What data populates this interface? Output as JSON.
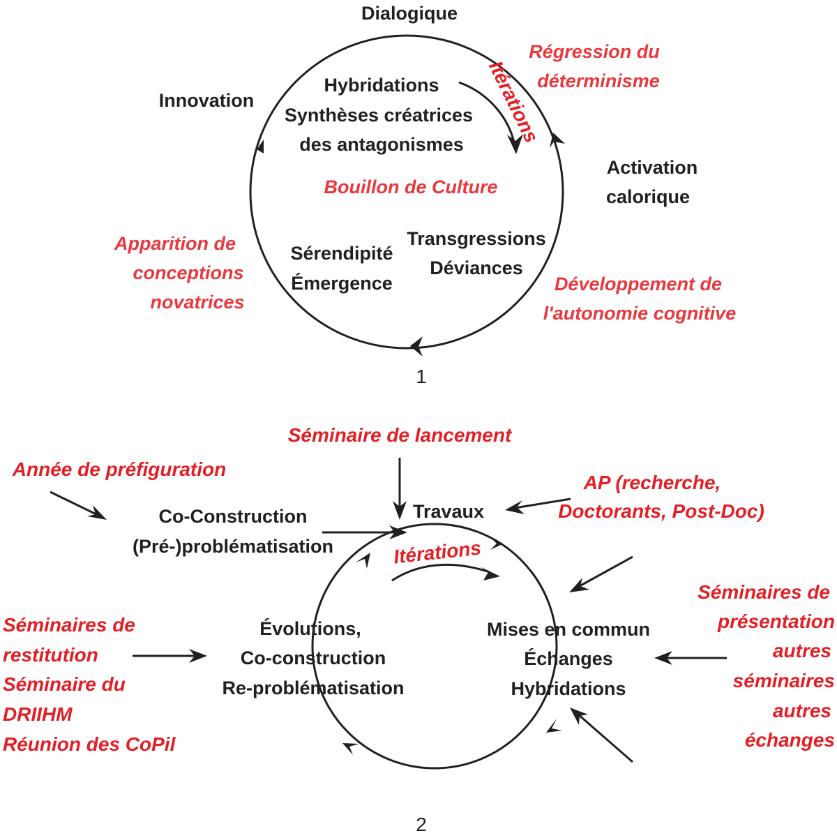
{
  "diagram1": {
    "number": "1",
    "dialogique": "Dialogique",
    "innovation": "Innovation",
    "activation": [
      "Activation",
      "calorique"
    ],
    "hybridations": [
      "Hybridations",
      "Synthèses créatrices",
      "des antagonismes"
    ],
    "iterations": "Itérations",
    "bouillon": "Bouillon de Culture",
    "serendipite": [
      "Sérendipité",
      "Émergence"
    ],
    "transgressions": [
      "Transgressions",
      "Déviances"
    ],
    "regression": [
      "Régression du",
      "déterminisme"
    ],
    "apparition": [
      "Apparition de",
      "conceptions",
      "novatrices"
    ],
    "developpement": [
      "Développement de",
      "l'autonomie cognitive"
    ]
  },
  "diagram2": {
    "number": "2",
    "seminaire_lancement": "Séminaire de lancement",
    "annee": "Année de préfiguration",
    "coconstruction": [
      "Co-Construction",
      "(Pré-)problématisation"
    ],
    "travaux": "Travaux",
    "ap": [
      "AP (recherche,",
      "Doctorants, Post-Doc)"
    ],
    "iterations": "Itérations",
    "seminaires_presentation": [
      "Séminaires de",
      "présentation",
      "autres",
      "séminaires",
      "autres",
      "échanges"
    ],
    "seminaires_restitution": [
      "Séminaires de",
      "restitution",
      "Séminaire du",
      "DRIIHM",
      "Réunion des CoPil"
    ],
    "evolutions": [
      "Évolutions,",
      "Co-construction",
      "Re-problématisation"
    ],
    "mises": [
      "Mises en commun",
      "Échanges",
      "Hybridations"
    ]
  },
  "colors": {
    "text": "#231f20",
    "accent_red": "#e8383d"
  }
}
